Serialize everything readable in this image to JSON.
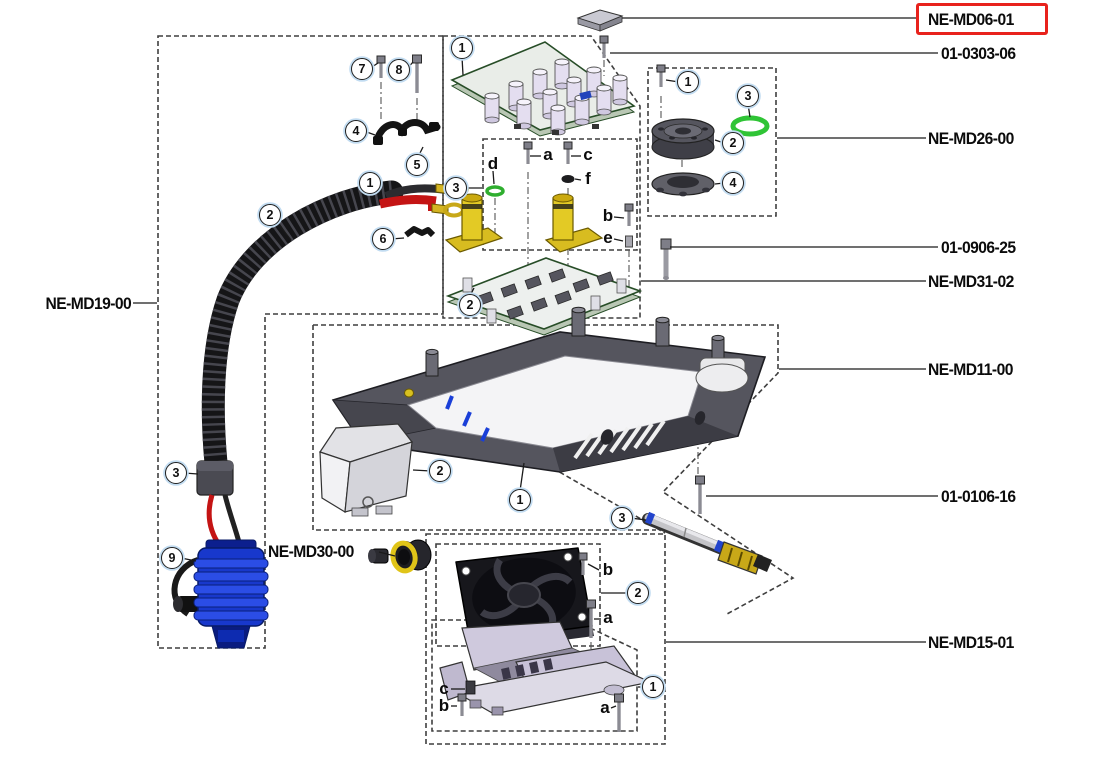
{
  "diagram": {
    "type": "exploded-parts-diagram",
    "labels": {
      "md06": "NE-MD06-01",
      "s0303": "01-0303-06",
      "md26": "NE-MD26-00",
      "s0906": "01-0906-25",
      "md31": "NE-MD31-02",
      "md11": "NE-MD11-00",
      "s0106": "01-0106-16",
      "md19": "NE-MD19-00",
      "md30": "NE-MD30-00",
      "md15": "NE-MD15-01"
    },
    "markers": {
      "m1": "1",
      "m2": "2",
      "m3": "3",
      "m4": "4",
      "m5": "5",
      "m6": "6",
      "m7": "7",
      "m8": "8",
      "m9": "9"
    },
    "letters": {
      "a": "a",
      "b": "b",
      "c": "c",
      "d": "d",
      "e": "e",
      "f": "f"
    },
    "colors": {
      "highlight_box": "#e8221c",
      "callout_halo": "#c2dcf1",
      "oring_green": "#2fae2f",
      "cable_red": "#c41414",
      "connector_blue": "#1838cc",
      "terminal_yellow": "#d4b422"
    }
  }
}
